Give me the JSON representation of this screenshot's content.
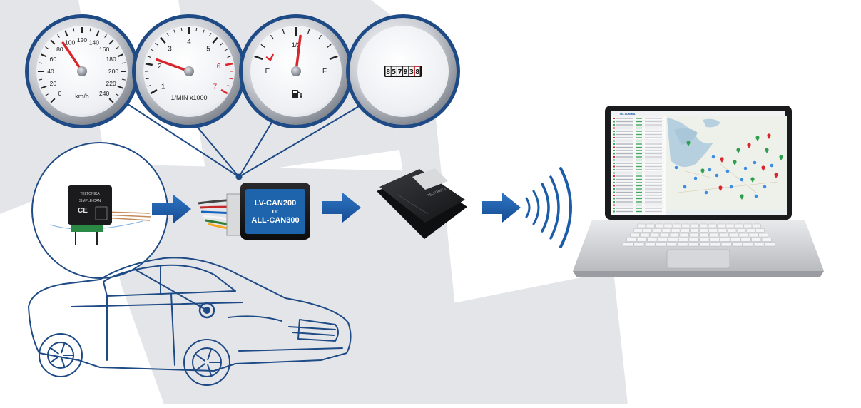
{
  "colors": {
    "accent": "#1c5ba8",
    "needle": "#d8262b",
    "gray_panel": "#e4e5e8",
    "outline": "#1e4a86"
  },
  "gauges": {
    "speedometer": {
      "ticks": [
        "0",
        "20",
        "40",
        "60",
        "80",
        "100",
        "120",
        "140",
        "160",
        "180",
        "200",
        "220",
        "240"
      ],
      "unit": "km/h",
      "needle_value": 90
    },
    "tachometer": {
      "ticks": [
        "1",
        "2",
        "3",
        "4",
        "5",
        "6",
        "7"
      ],
      "red_ticks": [
        "6",
        "7"
      ],
      "unit": "1/MIN x1000",
      "needle_value": 2
    },
    "fuel": {
      "empty": "E",
      "half": "1/2",
      "full": "F",
      "needle_value": 0.55,
      "icon": "fuel-pump-icon"
    },
    "odometer": {
      "digits": [
        "8",
        "5",
        "7",
        "9",
        "3",
        "8"
      ]
    }
  },
  "devices": {
    "can_sensor": {
      "label": "SIMPLE-CAN",
      "brand": "TELTONIKA",
      "mark": "CE"
    },
    "can_adapter": {
      "line1": "LV-CAN200",
      "line2": "or",
      "line3": "ALL-CAN300"
    },
    "tracker": {
      "brand": "TELTONIKA"
    },
    "laptop": {
      "app_brand": "TELTONIKA"
    }
  },
  "icons": {
    "arrow": "right-arrow-icon",
    "wireless": "wireless-signal-icon",
    "car": "car-outline-icon",
    "connector": "connection-dot-icon"
  }
}
